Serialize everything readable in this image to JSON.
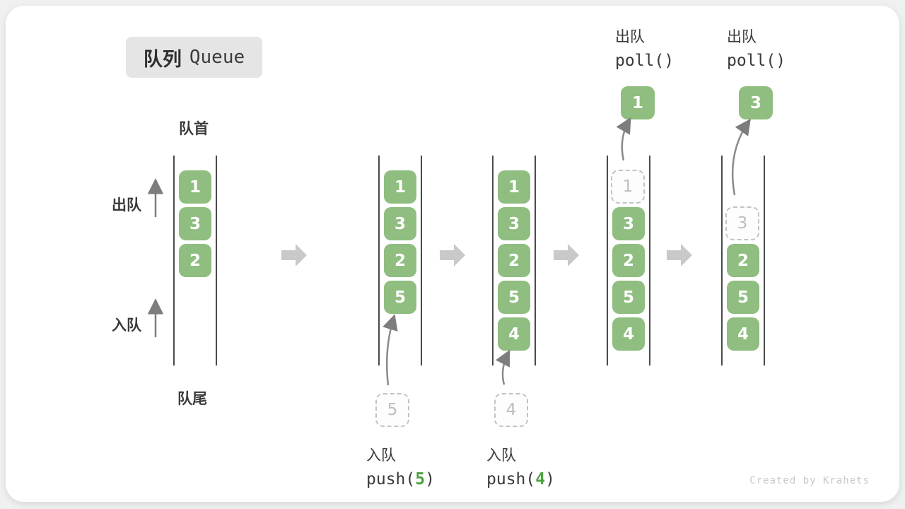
{
  "badge": {
    "zh": "队列",
    "en": "Queue"
  },
  "labels": {
    "front": "队首",
    "rear": "队尾",
    "dequeue_side": "出队",
    "enqueue_side": "入队"
  },
  "states": [
    {
      "boxes": [
        "1",
        "3",
        "2"
      ]
    },
    {
      "boxes": [
        "1",
        "3",
        "2",
        "5"
      ],
      "incoming": "5"
    },
    {
      "boxes": [
        "1",
        "3",
        "2",
        "5",
        "4"
      ],
      "incoming": "4"
    },
    {
      "boxes": [
        "1",
        "3",
        "2",
        "5",
        "4"
      ],
      "popped": "1"
    },
    {
      "boxes": [
        "3",
        "2",
        "5",
        "4"
      ],
      "popped": "3"
    }
  ],
  "operations": {
    "push5": {
      "action": "入队",
      "fn_open": "push(",
      "arg": "5",
      "fn_close": ")"
    },
    "push4": {
      "action": "入队",
      "fn_open": "push(",
      "arg": "4",
      "fn_close": ")"
    },
    "poll1": {
      "action": "出队",
      "fn": "poll()"
    },
    "poll2": {
      "action": "出队",
      "fn": "poll()"
    }
  },
  "watermark": "Created by Krahets",
  "colors": {
    "box_green": "#8fbe80",
    "arg_green": "#4ba23e",
    "block_arrow_gray": "#c9c9c9",
    "thin_arrow_gray": "#7d7d7d",
    "dashed_border_gray": "#c3c3c3"
  }
}
